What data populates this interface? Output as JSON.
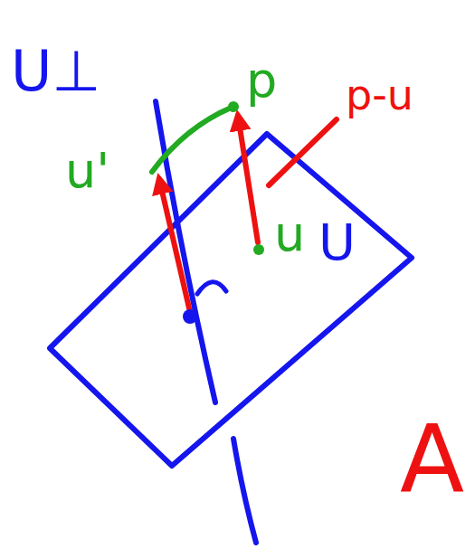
{
  "diagram": {
    "labels": [
      "U⊥",
      "p",
      "p-u",
      "u'",
      "u",
      "U",
      "A"
    ]
  }
}
